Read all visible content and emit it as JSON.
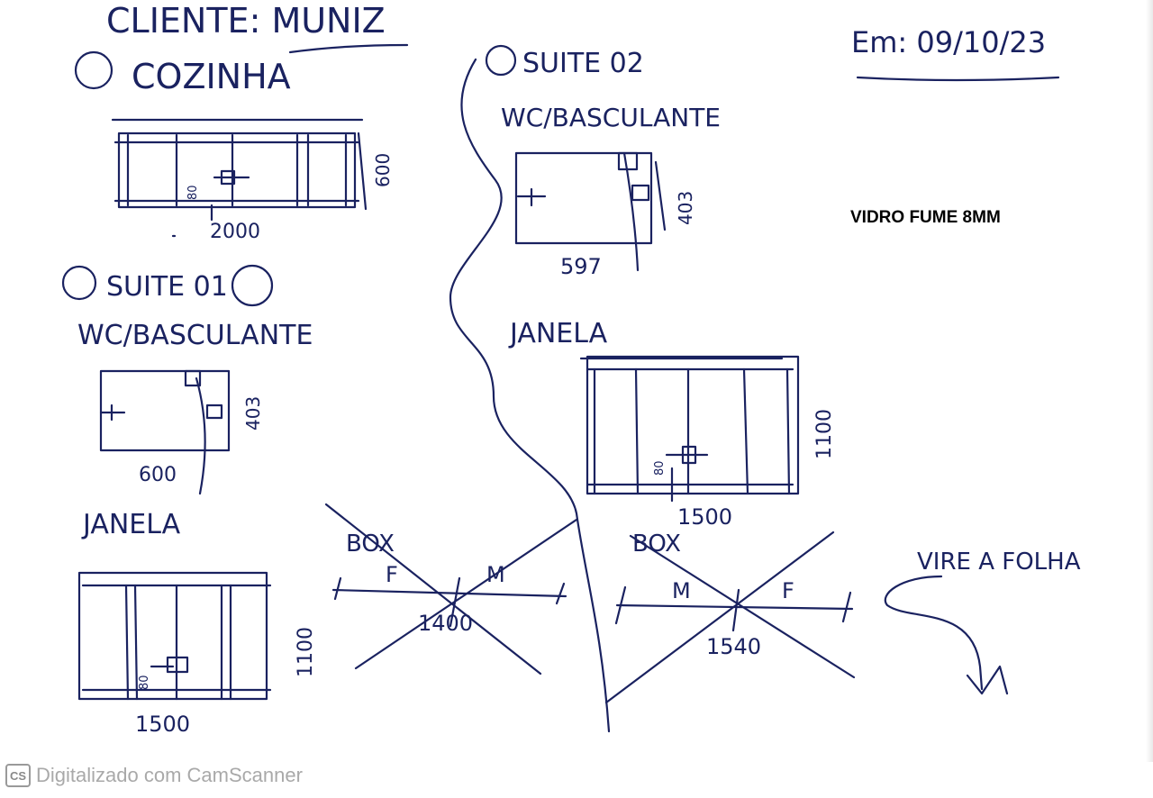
{
  "header": {
    "client": "CLIENTE: MUNIZ",
    "date": "Em: 09/10/23"
  },
  "printed_note": "VIDRO FUME 8MM",
  "sections": {
    "cozinha": {
      "title": "COZINHA",
      "width": "2000",
      "height": "600",
      "detail": "80"
    },
    "suite_02": {
      "title": "SUITE 02",
      "subtitle": "WC/BASCULANTE",
      "width": "597",
      "height": "403"
    },
    "suite_01": {
      "title": "SUITE 01",
      "subtitle": "WC/BASCULANTE",
      "width": "600",
      "height": "403"
    },
    "janela_right": {
      "title": "JANELA",
      "width": "1500",
      "height": "1100",
      "detail": "80"
    },
    "janela_left": {
      "title": "JANELA",
      "width": "1500",
      "height": "1100",
      "detail": "80"
    },
    "box_left": {
      "title": "BOX",
      "f": "F",
      "m": "M",
      "width": "1400"
    },
    "box_right": {
      "title": "BOX",
      "m": "M",
      "f": "F",
      "width": "1540"
    }
  },
  "turn_note": "VIRE A FOLHA",
  "footer": {
    "logo": "CS",
    "text": "Digitalizado com CamScanner"
  }
}
